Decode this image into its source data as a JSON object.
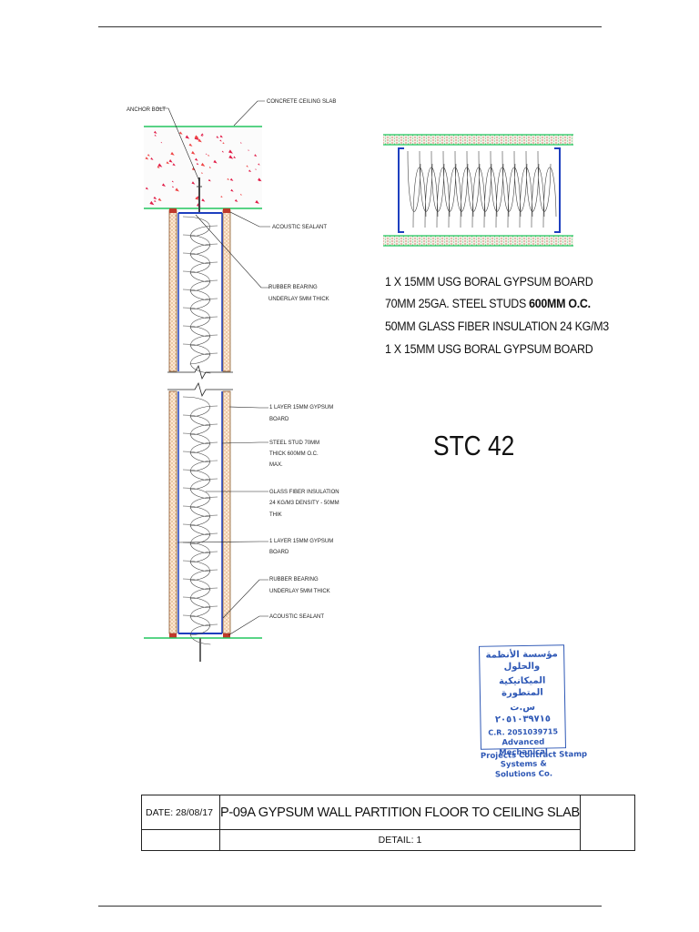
{
  "section_labels": {
    "anchor_bolt": "ANCHOR BOLT",
    "concrete_ceiling_slab": "CONCRETE CEILING SLAB",
    "acoustic_sealant_top": "ACOUSTIC SEALANT",
    "rubber_bearing_top_1": "RUBBER BEARING",
    "rubber_bearing_top_2": "UNDERLAY 5MM THICK",
    "gypsum_board_a_1": "1 LAYER 15MM GYPSUM",
    "gypsum_board_a_2": "BOARD",
    "steel_stud_1": "STEEL STUD 70MM",
    "steel_stud_2": "THICK 600MM O.C.",
    "steel_stud_3": "MAX.",
    "insulation_1": "GLASS FIBER INSULATION",
    "insulation_2": "24 KG/M3 DENSITY - 50MM",
    "insulation_3": "THIK",
    "gypsum_board_b_1": "1 LAYER 15MM GYPSUM",
    "gypsum_board_b_2": "BOARD",
    "rubber_bearing_bottom_1": "RUBBER BEARING",
    "rubber_bearing_bottom_2": "UNDERLAY 5MM THICK",
    "acoustic_sealant_bottom": "ACOUSTIC SEALANT"
  },
  "spec": {
    "line1": "1 X 15MM USG BORAL GYPSUM BOARD",
    "line2_a": "70MM 25GA. STEEL STUDS ",
    "line2_b": "600MM O.C.",
    "line3": "50MM GLASS FIBER INSULATION 24 KG/M3",
    "line4": "1  X 15MM USG BORAL GYPSUM BOARD"
  },
  "rating": "STC 42",
  "stamp": {
    "arabic_line1": "مؤسسة الأنظمة والحلول",
    "arabic_line2": "الميكانيكية المتطورة",
    "arabic_line3": "س.ت ٢٠٥١٠٣٩٧١٥",
    "cr": "C.R. 2051039715",
    "en_line1": "Advanced Mechanical",
    "en_line2": "Systems & Solutions Co.",
    "caption": "Projects Contract Stamp",
    "color": "#2d57b5"
  },
  "title_block": {
    "date": "DATE: 28/08/17",
    "title": "P-09A GYPSUM WALL PARTITION FLOOR TO CEILING SLAB",
    "detail": "DETAIL:  1"
  },
  "colors": {
    "slab_line": "#22c55e",
    "speckle": "#e11d48",
    "stud": "#1e3fbf",
    "board": "#b87333"
  }
}
